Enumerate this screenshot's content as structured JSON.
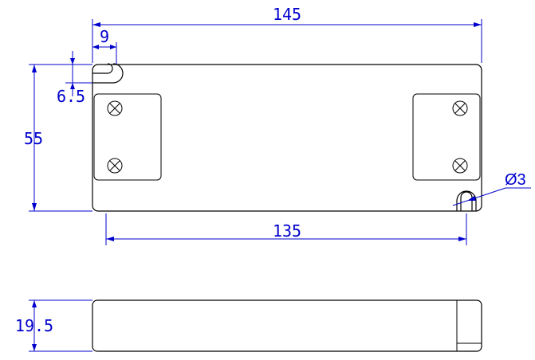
{
  "dimensions": {
    "overall_length": "145",
    "slot_offset": "9",
    "slot_depth": "6.5",
    "height": "55",
    "hole_spacing": "135",
    "hole_diameter": "Ø3",
    "thickness": "19.5"
  },
  "colors": {
    "dimension_lines": "#0000cc",
    "outline": "#000000",
    "background": "#ffffff"
  }
}
